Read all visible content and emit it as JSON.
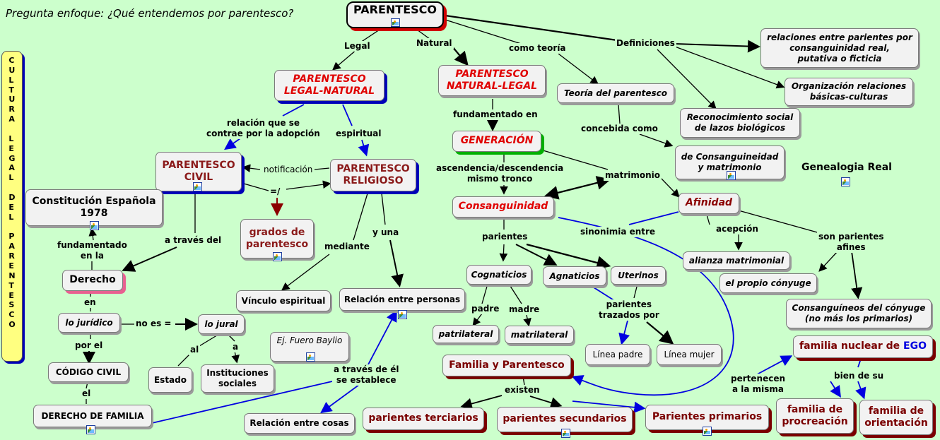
{
  "focus_question": "Pregunta enfoque: ¿Qué entendemos por parentesco?",
  "sidebar_text": [
    "C",
    "U",
    "L",
    "T",
    "U",
    "R",
    "A",
    " ",
    "L",
    "E",
    "G",
    "A",
    "L",
    " ",
    "D",
    "E",
    "L",
    " ",
    "P",
    "A",
    "R",
    "E",
    "N",
    "T",
    "E",
    "S",
    "C",
    "O"
  ],
  "nodes": {
    "parentesco": "PARENTESCO",
    "legal_natural": [
      "PARENTESCO",
      "LEGAL-NATURAL"
    ],
    "natural_legal": [
      "PARENTESCO",
      "NATURAL-LEGAL"
    ],
    "teoria": "Teoría del parentesco",
    "def1": [
      "relaciones entre parientes por",
      "consanguinidad real,",
      "putativa o ficticia"
    ],
    "def2": [
      "Organización relaciones",
      "básicas-culturas"
    ],
    "def3": [
      "Reconocimiento social",
      "de lazos biológicos"
    ],
    "consang_matr": [
      "de Consanguineidad",
      "y matrimonio"
    ],
    "genealogia": "Genealogia Real",
    "civil": [
      "PARENTESCO",
      "CIVIL"
    ],
    "religioso": [
      "PARENTESCO",
      "RELIGIOSO"
    ],
    "generacion": "GENERACIÓN",
    "constitucion": [
      "Constitución Española",
      "1978"
    ],
    "grados": [
      "grados de",
      "parentesco"
    ],
    "consanguinidad": "Consanguinidad",
    "afinidad": "Afinidad",
    "derecho": "Derecho",
    "vinculo": "Vínculo espiritual",
    "relacion_personas": "Relación entre personas",
    "cognaticios": "Cognaticios",
    "agnaticios": "Agnaticios",
    "uterinos": "Uterinos",
    "alianza": "alianza matrimonial",
    "conyuge": "el propio cónyuge",
    "lo_juridico": "lo jurídico",
    "lo_jural": "lo jural",
    "patrilateral": "patrilateral",
    "matrilateral": "matrilateral",
    "consanguineos_conyuge": [
      "Consanguíneos del cónyuge",
      "(no más los primarios)"
    ],
    "ej_fuero": "Ej. Fuero Baylio",
    "linea_padre": "Línea padre",
    "linea_mujer": "Línea mujer",
    "familia_nuclear_pre": "familia nuclear de",
    "familia_nuclear_ego": "EGO",
    "codigo_civil": "CÓDIGO CIVIL",
    "estado": "Estado",
    "instituciones": [
      "Instituciones",
      "sociales"
    ],
    "familia_parentesco": "Familia y Parentesco",
    "derecho_familia": "DERECHO DE FAMILIA",
    "relacion_cosas": "Relación entre cosas",
    "terciarios": "parientes terciarios",
    "secundarios": "parientes secundarios",
    "primarios": "Parientes primarios",
    "procreacion": [
      "familia de",
      "procreación"
    ],
    "orientacion": [
      "familia de",
      "orientación"
    ]
  },
  "links": {
    "legal": "Legal",
    "natural": "Natural",
    "como_teoria": "como teoría",
    "definiciones": "Definiciones",
    "relacion_adopcion": [
      "relación que se",
      "contrae por la adopción"
    ],
    "espiritual": "espiritual",
    "fundamentado_en": "fundamentado en",
    "concebida_como": "concebida como",
    "notificacion": "notificación",
    "ascendencia": [
      "ascendencia/descendencia",
      "mismo tronco"
    ],
    "matrimonio": "matrimonio",
    "no_igual": "=/",
    "fundamentado_en_la": [
      "fundamentado",
      "en la"
    ],
    "a_traves_del": "a través del",
    "mediante": "mediante",
    "y_una": "y una",
    "sinonimia": "sinonimia entre",
    "acepcion": "acepción",
    "son_afines": [
      "son parientes",
      "afines"
    ],
    "parientes": "parientes",
    "en": "en",
    "no_es": "no es =",
    "padre": "padre",
    "madre": "madre",
    "trazados": [
      "parientes",
      "trazados por"
    ],
    "por_el": "por el",
    "al": "al",
    "a": "a",
    "a_traves_de_el": [
      "a través de él",
      "se establece"
    ],
    "pertenecen": [
      "pertenecen",
      "a la misma"
    ],
    "bien_de_su": "bien de su",
    "el": "el",
    "existen": "existen"
  }
}
